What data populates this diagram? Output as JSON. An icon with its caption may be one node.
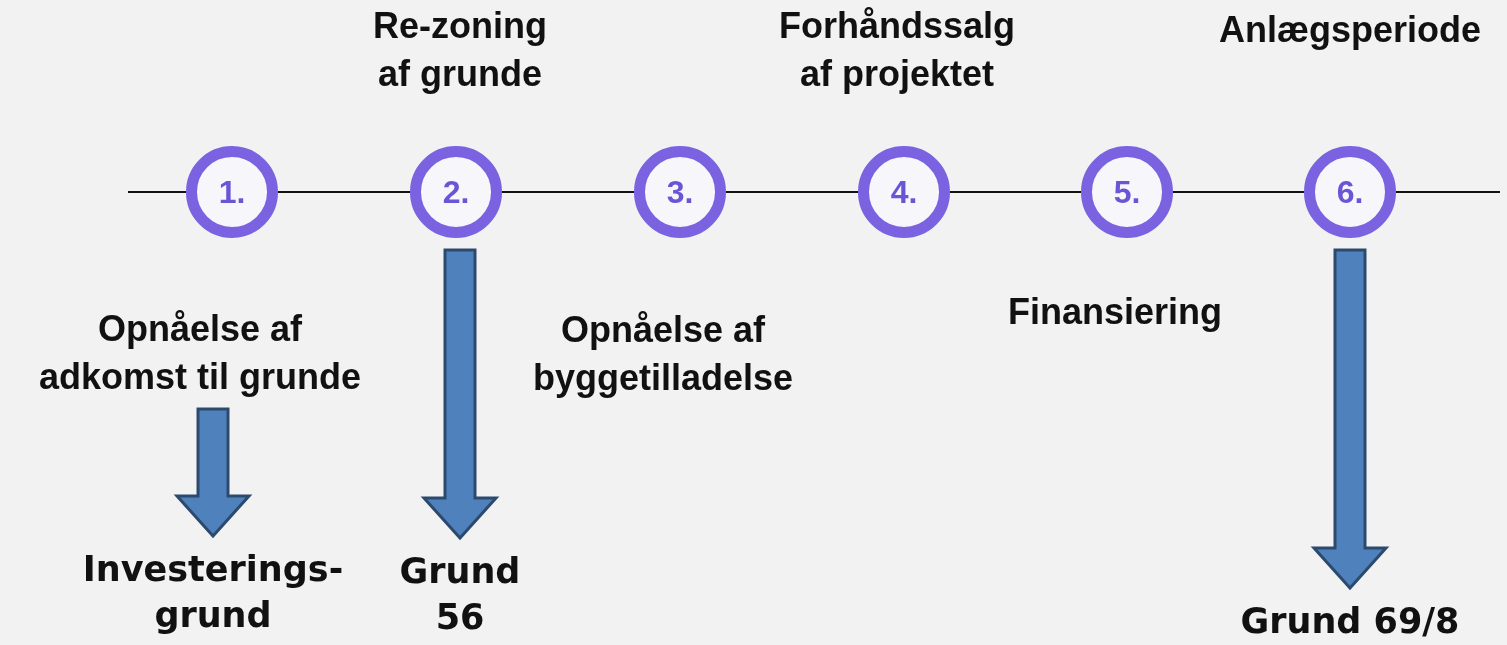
{
  "diagram": {
    "nodes": [
      {
        "text": [
          "1."
        ],
        "beside": [
          "Opnåelse af adkomst til grunde"
        ]
      },
      {
        "text": [
          "2."
        ],
        "beside": [
          "Re-zoning af grunde"
        ]
      },
      {
        "text": [
          "3."
        ],
        "beside": [
          "Opnåelse af byggetilladelse"
        ]
      },
      {
        "text": [
          "4."
        ],
        "beside": [
          "Forhåndssalg af projektet"
        ]
      },
      {
        "text": [
          "5."
        ],
        "beside": [
          "Finansiering"
        ]
      },
      {
        "text": [
          "6."
        ],
        "beside": [
          "Anlægsperiode"
        ]
      },
      {
        "text": [
          "Investerings- grund"
        ]
      },
      {
        "text": [
          "Grund 56"
        ]
      },
      {
        "text": [
          "Grund 69/8"
        ]
      }
    ],
    "edges": [
      {
        "from": null,
        "to": 0,
        "arrow": "none"
      },
      {
        "from": 0,
        "to": 1,
        "arrow": "none"
      },
      {
        "from": 1,
        "to": 2,
        "arrow": "none"
      },
      {
        "from": 2,
        "to": 3,
        "arrow": "none"
      },
      {
        "from": 3,
        "to": 4,
        "arrow": "none"
      },
      {
        "from": 4,
        "to": 5,
        "arrow": "none"
      },
      {
        "from": 5,
        "to": null,
        "arrow": "none"
      },
      {
        "from": 0,
        "to": 6,
        "arrow": "to",
        "style": "thick"
      },
      {
        "from": 1,
        "to": 7,
        "arrow": "to",
        "style": "thick"
      },
      {
        "from": 5,
        "to": 8,
        "arrow": "to",
        "style": "thick"
      }
    ]
  }
}
